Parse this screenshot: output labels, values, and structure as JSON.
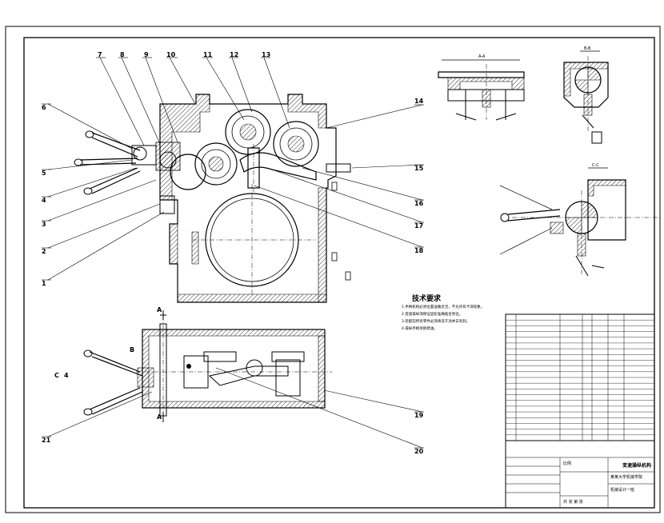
{
  "part_numbers": [
    "1",
    "2",
    "3",
    "4",
    "5",
    "6",
    "7",
    "8",
    "9",
    "10",
    "11",
    "12",
    "13",
    "14",
    "15",
    "16",
    "17",
    "18",
    "19",
    "20",
    "21"
  ],
  "section_labels": {
    "top_section": "A-A",
    "right_section": "B-B",
    "side_section": "C-C",
    "plan_marker_a_top": "A",
    "plan_marker_a_bottom": "A",
    "plan_marker_b": "B",
    "plan_marker_c": "C",
    "plan_marker_c_arrow": "4"
  },
  "tech_requirements": {
    "title": "技术要求",
    "lines": [
      "1.手柄机构必须位置准确灵活，不允许有卡滞现象。",
      "2.变速操纵须保证齿轮准确啮合到位。",
      "3.装配前所有零件必须清洗干净并去毛刺。",
      "4.操纵手柄涂防锈油。"
    ]
  },
  "title_block": {
    "drawing_title": "变速操纵机构",
    "school": "某某大学机械学院",
    "class": "机械设计一班",
    "scale_label": "比例",
    "sheet": "共 张 第 张"
  },
  "colors": {
    "line": "#000000",
    "background": "#ffffff"
  }
}
